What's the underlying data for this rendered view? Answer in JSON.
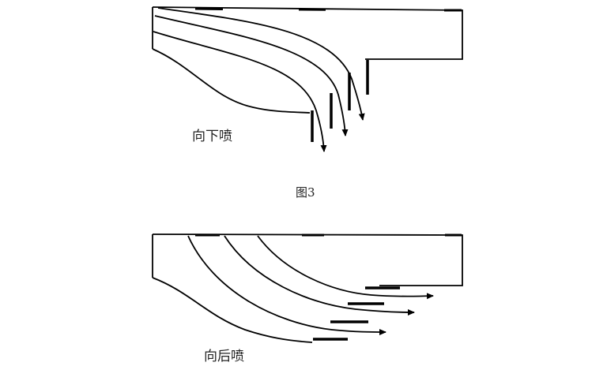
{
  "figure_top": {
    "label": "向下喷"
  },
  "caption": "图3",
  "figure_bottom": {
    "label": "向后喷"
  }
}
